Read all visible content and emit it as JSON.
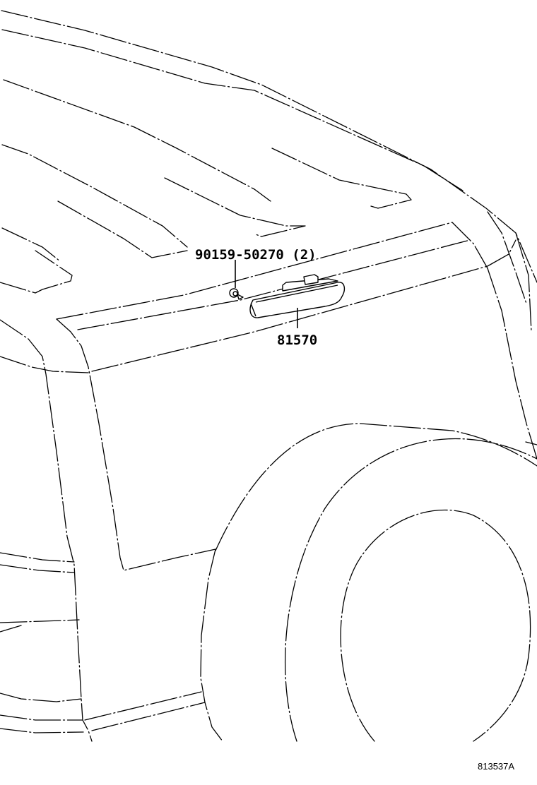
{
  "diagram": {
    "type": "exploded parts illustration",
    "subject": "Vehicle rear roof / back door upper area with high mount stop lamp",
    "callouts": [
      {
        "id": "screw",
        "part_number": "90159-50270",
        "quantity": "(2)",
        "label": "90159-50270 (2)"
      },
      {
        "id": "lamp",
        "part_number": "81570",
        "label": "81570"
      }
    ],
    "figure_id": "813537A",
    "colors": {
      "line": "#000000",
      "background": "#ffffff"
    }
  }
}
